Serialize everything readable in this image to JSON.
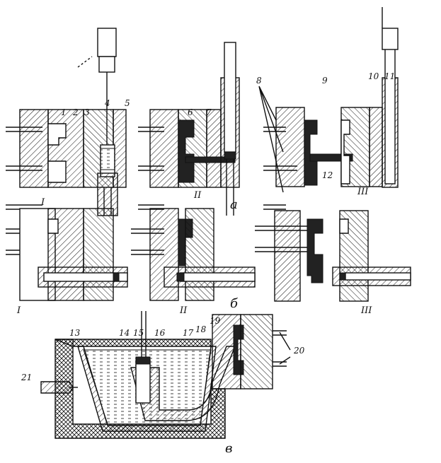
{
  "figure": {
    "view_labels": {
      "a": "а",
      "b": "б",
      "c": "в"
    },
    "stage_labels": [
      "I",
      "II",
      "III"
    ],
    "part_numbers": [
      "1",
      "2",
      "3",
      "4",
      "5",
      "6",
      "7",
      "8",
      "9",
      "10",
      "11",
      "12",
      "13",
      "14",
      "15",
      "16",
      "17",
      "18",
      "19",
      "20",
      "21"
    ]
  },
  "colors": {
    "ink": "#111111",
    "paper": "#ffffff"
  }
}
